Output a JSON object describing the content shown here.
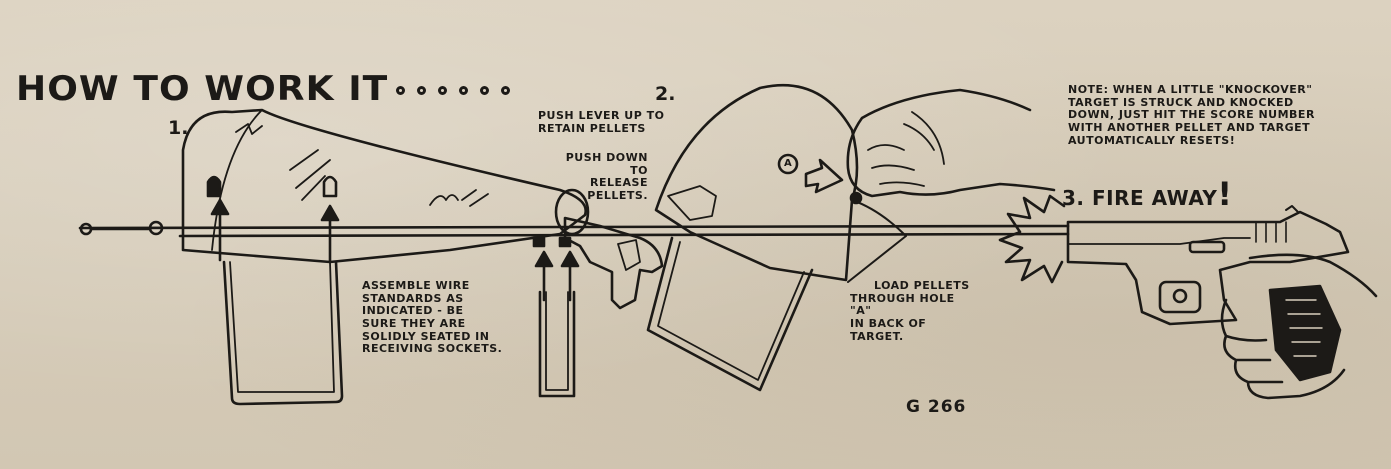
{
  "title": "HOW TO WORK IT",
  "steps": {
    "step1_number": "1.",
    "step2_number": "2.",
    "step3_label": "3. FIRE AWAY",
    "step3_exclaim": "!"
  },
  "labels": {
    "push_up_line1": "PUSH LEVER UP TO",
    "push_up_line2": "RETAIN PELLETS",
    "push_down_line1": "PUSH DOWN TO",
    "push_down_line2": "RELEASE",
    "push_down_line3": "PELLETS.",
    "assemble_line1": "ASSEMBLE WIRE",
    "assemble_line2": "STANDARDS AS",
    "assemble_line3": "INDICATED - BE",
    "assemble_line4": "SURE THEY ARE",
    "assemble_line5": "SOLIDLY SEATED IN",
    "assemble_line6": "RECEIVING SOCKETS.",
    "load_line1": "LOAD PELLETS",
    "load_line2": "THROUGH HOLE \"A\"",
    "load_line3": "IN BACK OF",
    "load_line4": "TARGET.",
    "hole_marker": "A"
  },
  "note": {
    "line1": "NOTE:  WHEN  A  LITTLE \"KNOCKOVER\"",
    "line2": "TARGET IS STRUCK AND KNOCKED",
    "line3": "DOWN, JUST HIT THE SCORE NUMBER",
    "line4": "WITH ANOTHER PELLET AND TARGET",
    "line5": "AUTOMATICALLY RESETS!"
  },
  "model_code": "G 266",
  "colors": {
    "ink": "#1c1a17",
    "cardboard": "#d9cfbd"
  }
}
